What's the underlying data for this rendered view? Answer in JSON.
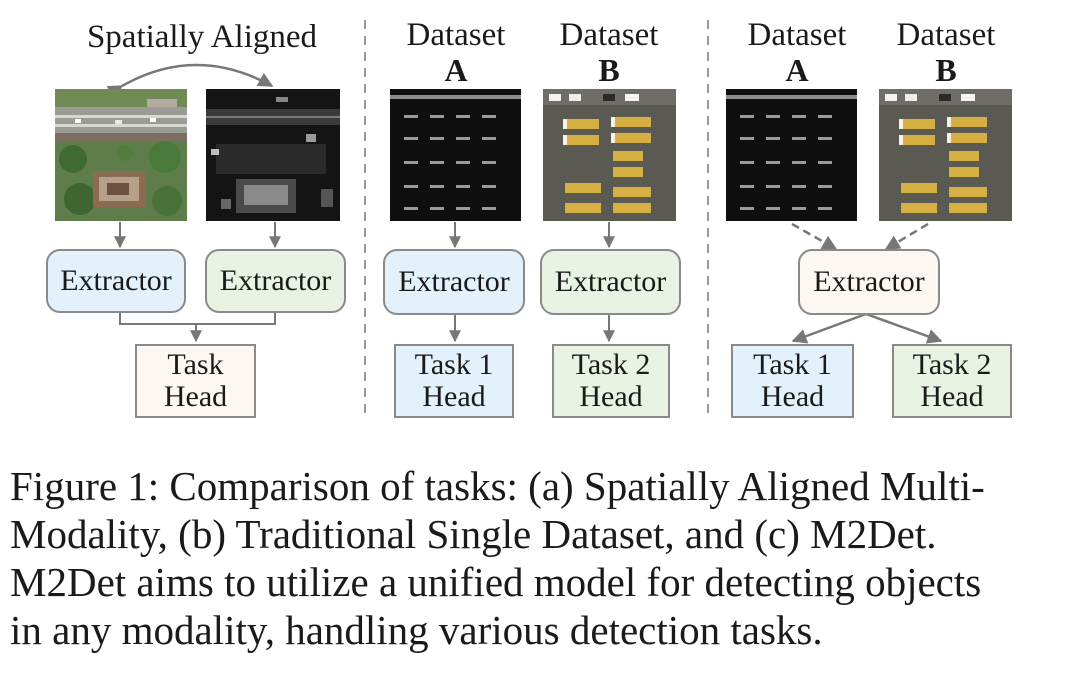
{
  "colors": {
    "blue_fill": "#e3f1fb",
    "green_fill": "#e8f3e3",
    "cream_fill": "#fdf7f1",
    "border": "#8a8a8a",
    "arrow": "#777777",
    "divider": "#9a9a9a"
  },
  "panel_a": {
    "title": "Spatially Aligned",
    "images": [
      {
        "icon": "aerial-city-rgb-image"
      },
      {
        "icon": "sar-grayscale-image"
      }
    ],
    "extractor_left": "Extractor",
    "extractor_right": "Extractor",
    "head_line1": "Task",
    "head_line2": "Head"
  },
  "panel_b": {
    "dataset_a_label": "Dataset",
    "dataset_a_letter": "A",
    "dataset_b_label": "Dataset",
    "dataset_b_letter": "B",
    "extractor_a": "Extractor",
    "extractor_b": "Extractor",
    "head1_line1": "Task 1",
    "head1_line2": "Head",
    "head2_line1": "Task 2",
    "head2_line2": "Head"
  },
  "panel_c": {
    "dataset_a_label": "Dataset",
    "dataset_a_letter": "A",
    "dataset_b_label": "Dataset",
    "dataset_b_letter": "B",
    "extractor": "Extractor",
    "head1_line1": "Task 1",
    "head1_line2": "Head",
    "head2_line1": "Task 2",
    "head2_line2": "Head"
  },
  "caption": {
    "line1": "Figure 1: Comparison of tasks: (a) Spatially Aligned Multi-",
    "line2": "Modality, (b) Traditional Single Dataset, and (c) M2Det.",
    "line3": "M2Det aims to utilize a unified model for detecting objects",
    "line4": "in any modality, handling various detection tasks."
  }
}
